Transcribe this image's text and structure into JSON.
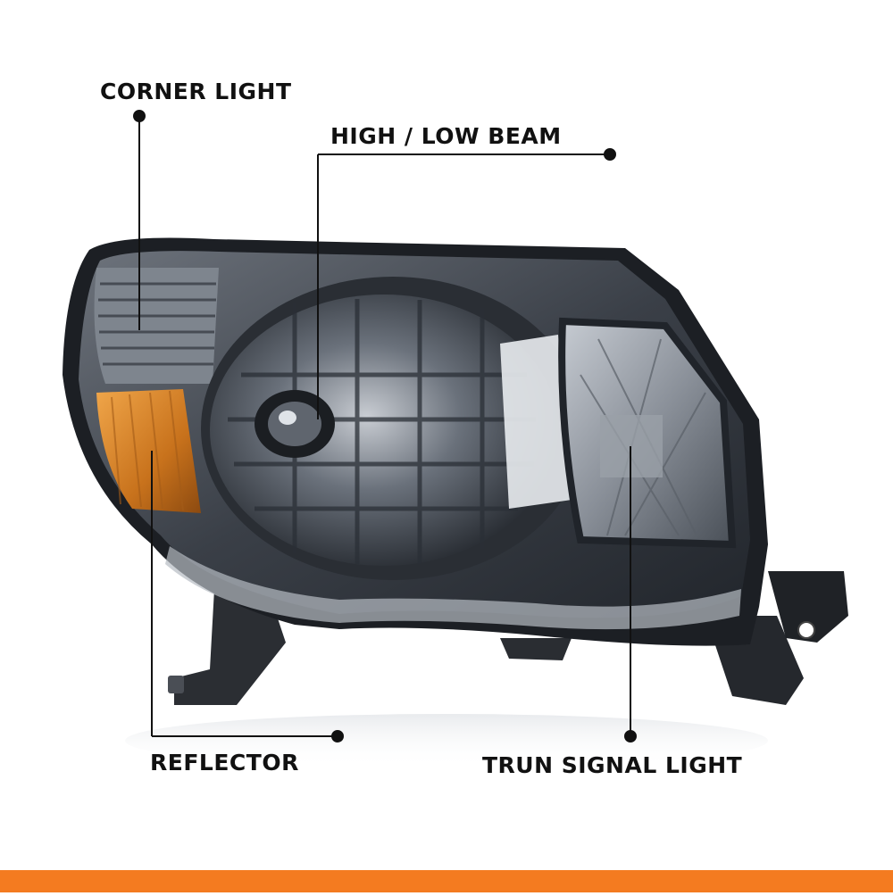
{
  "labels": {
    "corner_light": "CORNER LIGHT",
    "high_low_beam": "HIGH / LOW BEAM",
    "reflector": "REFLECTOR",
    "turn_signal": "TRUN SIGNAL LIGHT"
  },
  "colors": {
    "accent_bar": "#f47b20",
    "amber_reflector": "#d9861e",
    "housing": "#1c1f24",
    "callout_line": "#111111"
  }
}
